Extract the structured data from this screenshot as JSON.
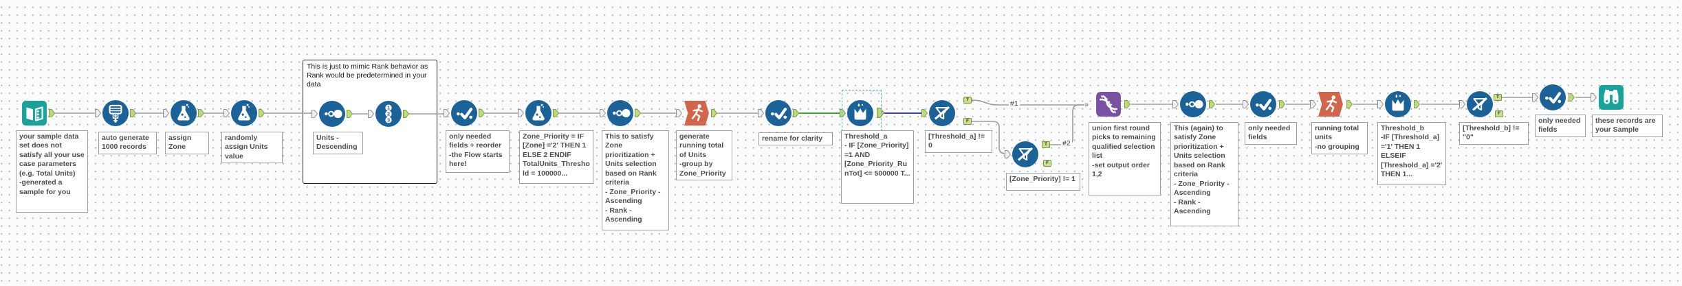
{
  "anchors": {
    "t": "T",
    "f": "F",
    "multi_in": "»"
  },
  "connections": {
    "labels": [
      "#1",
      "#2"
    ]
  },
  "container": {
    "caption": "This is just to mimic Rank behavior as Rank would be predetermined in your data"
  },
  "colors": {
    "tool_blue": "#1A6298",
    "tool_teal": "#18A39A",
    "tool_purple": "#7A52A3",
    "tool_orange": "#D2664D",
    "wire_gray": "#9C9C9C",
    "wire_incoming_selected": "#3AA83A",
    "wire_outgoing_selected": "#3C3CCC",
    "anchor_green": "#BCD97C",
    "selection_dash": "#55AAFF"
  },
  "tools": [
    {
      "icon": "text-input-icon",
      "annotation": "your sample data set does not satisfy all your use case parameters (e.g. Total Units)\n-generated a sample for you"
    },
    {
      "icon": "generate-rows-icon",
      "annotation": "auto generate 1000 records"
    },
    {
      "icon": "formula-icon",
      "annotation": "assign Zone"
    },
    {
      "icon": "formula-icon",
      "annotation": "randomly assign Units value"
    },
    {
      "icon": "sort-icon",
      "annotation": "Units -\nDescending"
    },
    {
      "icon": "record-id-icon",
      "annotation": null
    },
    {
      "icon": "select-icon",
      "annotation": "only needed fields + reorder\n-the Flow starts here!"
    },
    {
      "icon": "formula-icon",
      "annotation": "Zone_Priority = IF [Zone] ='2' THEN 1 ELSE 2 ENDIF TotalUnits_Threshold = 100000..."
    },
    {
      "icon": "sort-icon",
      "annotation": "This to satisfy Zone prioritization + Units selection based on Rank criteria\n- Zone_Priority - Ascending\n- Rank - Ascending"
    },
    {
      "icon": "running-total-icon",
      "annotation": "generate running total of Units\n-group by Zone_Priority"
    },
    {
      "icon": "select-icon",
      "annotation": "rename for clarity"
    },
    {
      "icon": "multi-row-formula-icon",
      "annotation": "Threshold_a\n- IF [Zone_Priority] =1 AND [Zone_Priority_RunTot] <= 500000 T..."
    },
    {
      "icon": "filter-icon",
      "annotation": "[Threshold_a] != 0"
    },
    {
      "icon": "filter-icon",
      "annotation": "[Zone_Priority] != 1"
    },
    {
      "icon": "union-icon",
      "annotation": "union first round picks to remaining qualified selection list\n-set output order 1,2"
    },
    {
      "icon": "sort-icon",
      "annotation": "This (again) to satisfy Zone prioritization + Units selection based on Rank criteria\n- Zone_Priority - Ascending\n- Rank - Ascending"
    },
    {
      "icon": "select-icon",
      "annotation": "only needed fields"
    },
    {
      "icon": "running-total-icon",
      "annotation": "running total units\n-no grouping"
    },
    {
      "icon": "multi-row-formula-icon",
      "annotation": "Threshold_b\n-IF [Threshold_a] ='1' THEN 1 ELSEIF [Threshold_a] ='2' THEN 1..."
    },
    {
      "icon": "filter-icon",
      "annotation": "[Threshold_b] != \"0\""
    },
    {
      "icon": "select-icon",
      "annotation": "only needed fields"
    },
    {
      "icon": "browse-icon",
      "annotation": "these records are your Sample"
    }
  ]
}
